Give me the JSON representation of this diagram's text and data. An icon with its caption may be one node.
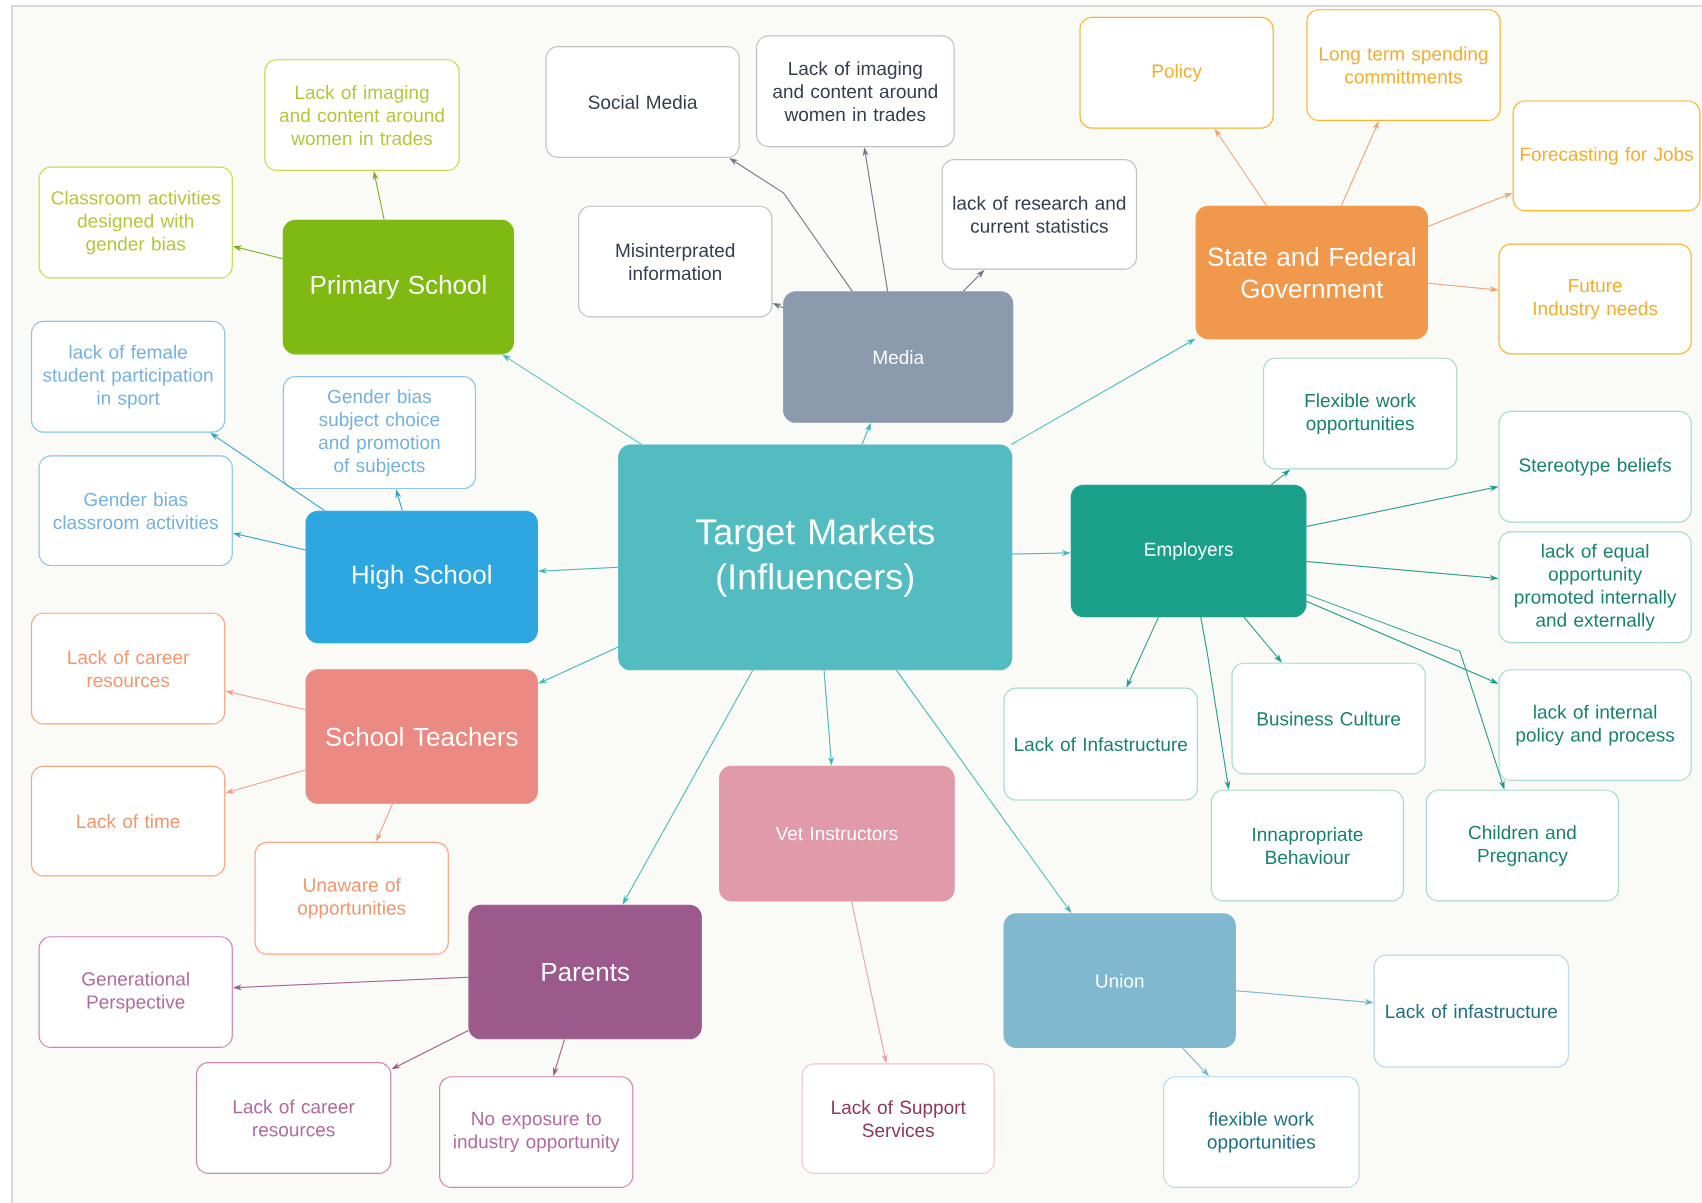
{
  "diagram": {
    "nodes": [
      {
        "text": [
          "Target Markets (Influencers)"
        ]
      },
      {
        "text": [
          "Primary School"
        ]
      },
      {
        "text": [
          "Lack of imaging and content around women in trades"
        ]
      },
      {
        "text": [
          "Classroom activities designed with gender bias"
        ]
      },
      {
        "text": [
          "High School"
        ]
      },
      {
        "text": [
          "lack of female student participation in sport"
        ]
      },
      {
        "text": [
          "Gender bias subject choice and promotion of subjects"
        ]
      },
      {
        "text": [
          "Gender bias classroom activities"
        ]
      },
      {
        "text": [
          "School Teachers"
        ]
      },
      {
        "text": [
          "Lack of career resources"
        ]
      },
      {
        "text": [
          "Lack of time"
        ]
      },
      {
        "text": [
          "Unaware of opportunities"
        ]
      },
      {
        "text": [
          "Parents"
        ]
      },
      {
        "text": [
          "Generational Perspective"
        ]
      },
      {
        "text": [
          "Lack of career resources"
        ]
      },
      {
        "text": [
          "No exposure to industry opportunity"
        ]
      },
      {
        "text": [
          "Media"
        ]
      },
      {
        "text": [
          "Social Media"
        ]
      },
      {
        "text": [
          "Lack of imaging and content around women in trades"
        ]
      },
      {
        "text": [
          "Misinterprated information"
        ]
      },
      {
        "text": [
          "lack of research and current statistics"
        ]
      },
      {
        "text": [
          "State and Federal Government"
        ]
      },
      {
        "text": [
          "Policy"
        ]
      },
      {
        "text": [
          "Long term spending committments"
        ]
      },
      {
        "text": [
          "Forecasting for Jobs"
        ]
      },
      {
        "text": [
          "Future Industry needs"
        ]
      },
      {
        "text": [
          "Employers"
        ]
      },
      {
        "text": [
          "Flexible work opportunities"
        ]
      },
      {
        "text": [
          "Stereotype beliefs"
        ]
      },
      {
        "text": [
          "lack of equal opportunity promoted internally and externally"
        ]
      },
      {
        "text": [
          "Lack of Infastructure"
        ]
      },
      {
        "text": [
          "Business Culture"
        ]
      },
      {
        "text": [
          "lack of internal policy and process"
        ]
      },
      {
        "text": [
          "Innapropriate Behaviour"
        ]
      },
      {
        "text": [
          "Children and Pregnancy"
        ]
      },
      {
        "text": [
          "Vet Instructors"
        ]
      },
      {
        "text": [
          "Lack of Support Services"
        ]
      },
      {
        "text": [
          "Union"
        ]
      },
      {
        "text": [
          "Lack of infastructure"
        ]
      },
      {
        "text": [
          "flexible work opportunities"
        ]
      }
    ],
    "edges": [
      {
        "from": 0,
        "to": 1,
        "arrow": "to"
      },
      {
        "from": 0,
        "to": 4,
        "arrow": "to"
      },
      {
        "from": 0,
        "to": 8,
        "arrow": "to"
      },
      {
        "from": 0,
        "to": 12,
        "arrow": "to"
      },
      {
        "from": 0,
        "to": 16,
        "arrow": "to"
      },
      {
        "from": 0,
        "to": 21,
        "arrow": "to"
      },
      {
        "from": 0,
        "to": 26,
        "arrow": "to"
      },
      {
        "from": 0,
        "to": 35,
        "arrow": "to"
      },
      {
        "from": 0,
        "to": 37,
        "arrow": "to"
      },
      {
        "from": 1,
        "to": 2,
        "arrow": "to",
        "color": "#7aa81a"
      },
      {
        "from": 1,
        "to": 3,
        "arrow": "to",
        "color": "#7aa81a"
      },
      {
        "from": 4,
        "to": 5,
        "arrow": "to",
        "color": "#2a9fc8"
      },
      {
        "from": 4,
        "to": 6,
        "arrow": "to",
        "color": "#2a9fc8"
      },
      {
        "from": 4,
        "to": 7,
        "arrow": "to",
        "color": "#2a9fc8"
      },
      {
        "from": 8,
        "to": 9,
        "arrow": "to",
        "color": "#ef9a8a"
      },
      {
        "from": 8,
        "to": 10,
        "arrow": "to",
        "color": "#ef9a8a"
      },
      {
        "from": 8,
        "to": 11,
        "arrow": "to",
        "color": "#ef9a8a"
      },
      {
        "from": 12,
        "to": 13,
        "arrow": "to",
        "color": "#9c5a8c"
      },
      {
        "from": 12,
        "to": 14,
        "arrow": "to",
        "color": "#9c5a8c"
      },
      {
        "from": 12,
        "to": 15,
        "arrow": "to",
        "color": "#9c5a8c"
      },
      {
        "from": 16,
        "to": 17,
        "arrow": "to",
        "color": "#6a7383"
      },
      {
        "from": 16,
        "to": 18,
        "arrow": "to",
        "color": "#6a7383"
      },
      {
        "from": 16,
        "to": 19,
        "arrow": "to",
        "color": "#6a7383"
      },
      {
        "from": 16,
        "to": 20,
        "arrow": "to",
        "color": "#6a7383"
      },
      {
        "from": 21,
        "to": 22,
        "arrow": "to",
        "color": "#f0a070"
      },
      {
        "from": 21,
        "to": 23,
        "arrow": "to",
        "color": "#f0a070"
      },
      {
        "from": 21,
        "to": 24,
        "arrow": "to",
        "color": "#f0a070"
      },
      {
        "from": 21,
        "to": 25,
        "arrow": "to",
        "color": "#f0a070"
      },
      {
        "from": 26,
        "to": 27,
        "arrow": "to",
        "color": "#1a9a85"
      },
      {
        "from": 26,
        "to": 28,
        "arrow": "to",
        "color": "#1a9a85"
      },
      {
        "from": 26,
        "to": 29,
        "arrow": "to",
        "color": "#1a9a85"
      },
      {
        "from": 26,
        "to": 30,
        "arrow": "to",
        "color": "#1a9a85"
      },
      {
        "from": 26,
        "to": 31,
        "arrow": "to",
        "color": "#1a9a85"
      },
      {
        "from": 26,
        "to": 32,
        "arrow": "to",
        "color": "#1a9a85"
      },
      {
        "from": 26,
        "to": 33,
        "arrow": "to",
        "color": "#1a9a85"
      },
      {
        "from": 26,
        "to": 34,
        "arrow": "to",
        "color": "#1a9a85"
      },
      {
        "from": 35,
        "to": 36,
        "arrow": "to",
        "color": "#e89aaa"
      },
      {
        "from": 37,
        "to": 38,
        "arrow": "to",
        "color": "#6fb3cc"
      },
      {
        "from": 37,
        "to": 39,
        "arrow": "to",
        "color": "#6fb3cc"
      }
    ]
  }
}
